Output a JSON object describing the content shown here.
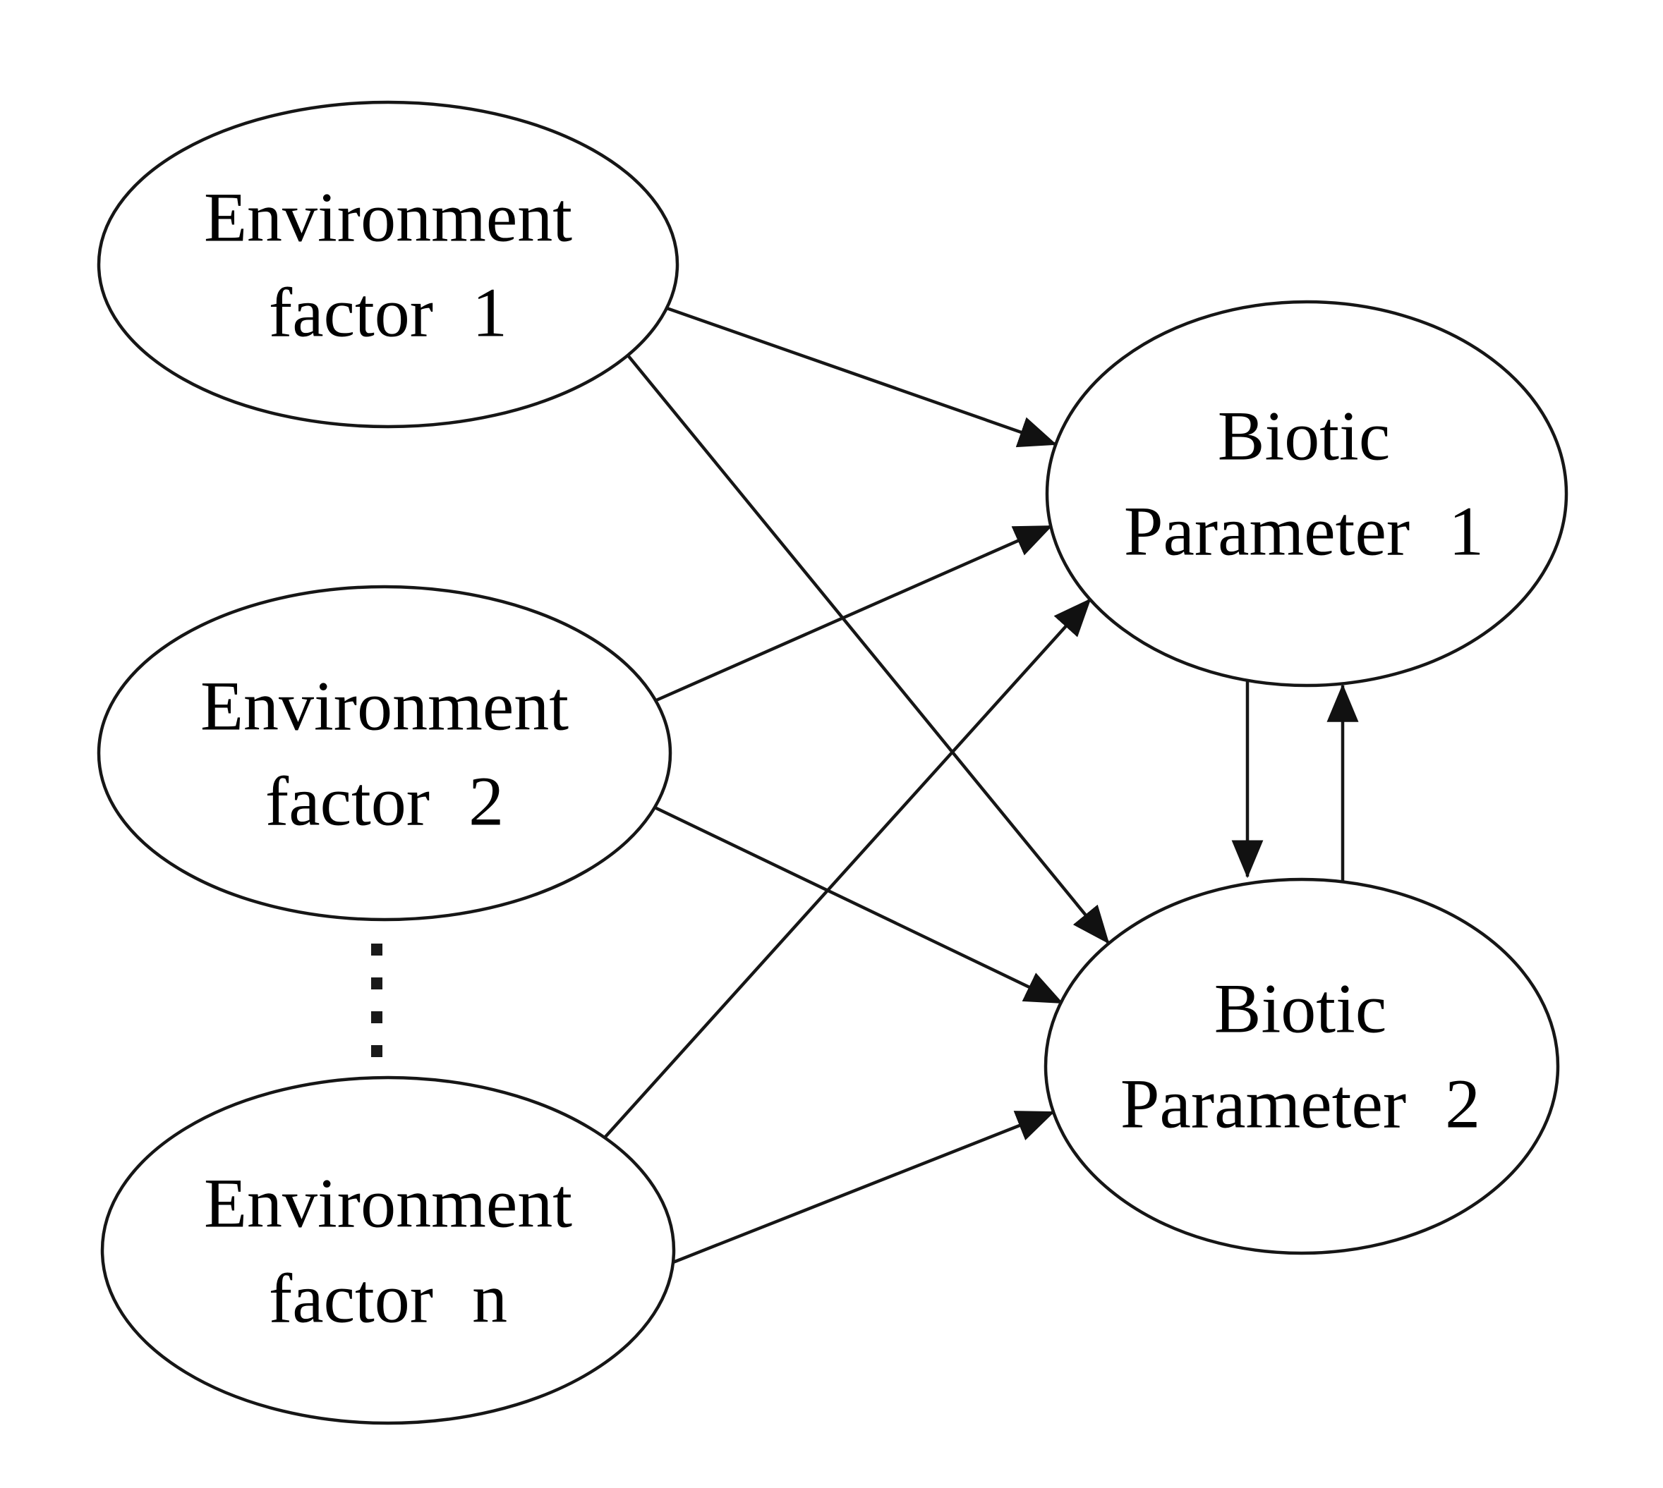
{
  "diagram": {
    "background_color": "#ffffff",
    "line_color": "#161616",
    "text_color": "#000000",
    "nodes": {
      "env_factor_1": {
        "line1": "Environment",
        "line2": "factor 1"
      },
      "env_factor_2": {
        "line1": "Environment",
        "line2": "factor 2"
      },
      "env_factor_n": {
        "line1": "Environment",
        "line2": "factor n"
      },
      "biotic_param_1": {
        "line1": "Biotic",
        "line2": "Parameter 1"
      },
      "biotic_param_2": {
        "line1": "Biotic",
        "line2": "Parameter 2"
      }
    },
    "edges": [
      {
        "from": "env_factor_1",
        "to": "biotic_param_1",
        "style": "arrow"
      },
      {
        "from": "env_factor_1",
        "to": "biotic_param_2",
        "style": "arrow"
      },
      {
        "from": "env_factor_2",
        "to": "biotic_param_1",
        "style": "arrow"
      },
      {
        "from": "env_factor_2",
        "to": "biotic_param_2",
        "style": "arrow"
      },
      {
        "from": "env_factor_n",
        "to": "biotic_param_1",
        "style": "arrow"
      },
      {
        "from": "env_factor_n",
        "to": "biotic_param_2",
        "style": "arrow"
      },
      {
        "from": "biotic_param_1",
        "to": "biotic_param_2",
        "style": "arrow"
      },
      {
        "from": "biotic_param_2",
        "to": "biotic_param_1",
        "style": "arrow"
      }
    ],
    "ellipsis_between": [
      "env_factor_2",
      "env_factor_n"
    ]
  }
}
